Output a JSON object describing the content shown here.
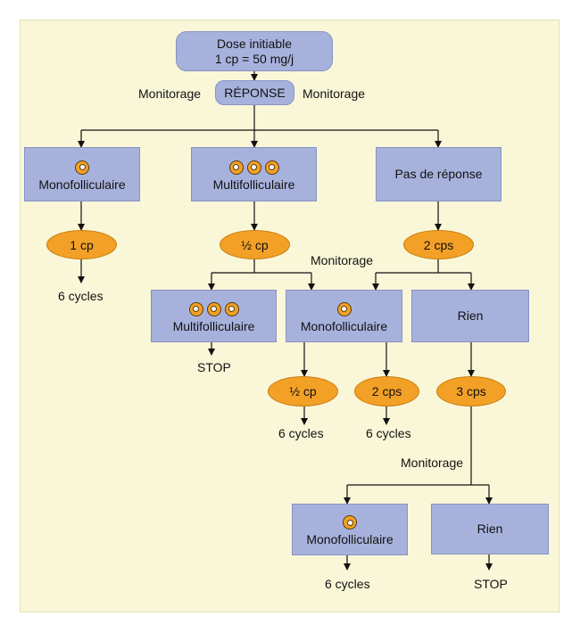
{
  "start": {
    "line1": "Dose initiable",
    "line2": "1 cp = 50 mg/j"
  },
  "reponse": "RÉPONSE",
  "monitorage": "Monitorage",
  "level1": {
    "mono": "Monofolliculaire",
    "multi": "Multifolliculaire",
    "none": "Pas de réponse"
  },
  "doses": {
    "mono": "1 cp",
    "multi": "½ cp",
    "none": "2 cps"
  },
  "results": {
    "mono": "6 cycles"
  },
  "level2": {
    "multi": "Multifolliculaire",
    "mono": "Monofolliculaire",
    "rien": "Rien"
  },
  "level2_doses": {
    "half": "½ cp",
    "two": "2 cps",
    "three": "3 cps"
  },
  "level2_results": {
    "stop": "STOP",
    "cycles_a": "6 cycles",
    "cycles_b": "6 cycles"
  },
  "level3": {
    "mono": "Monofolliculaire",
    "rien": "Rien",
    "cycles": "6 cycles",
    "stop": "STOP"
  },
  "colors": {
    "box": "#a7b2dc",
    "dose": "#f2a126",
    "background": "#f9f7d8"
  }
}
